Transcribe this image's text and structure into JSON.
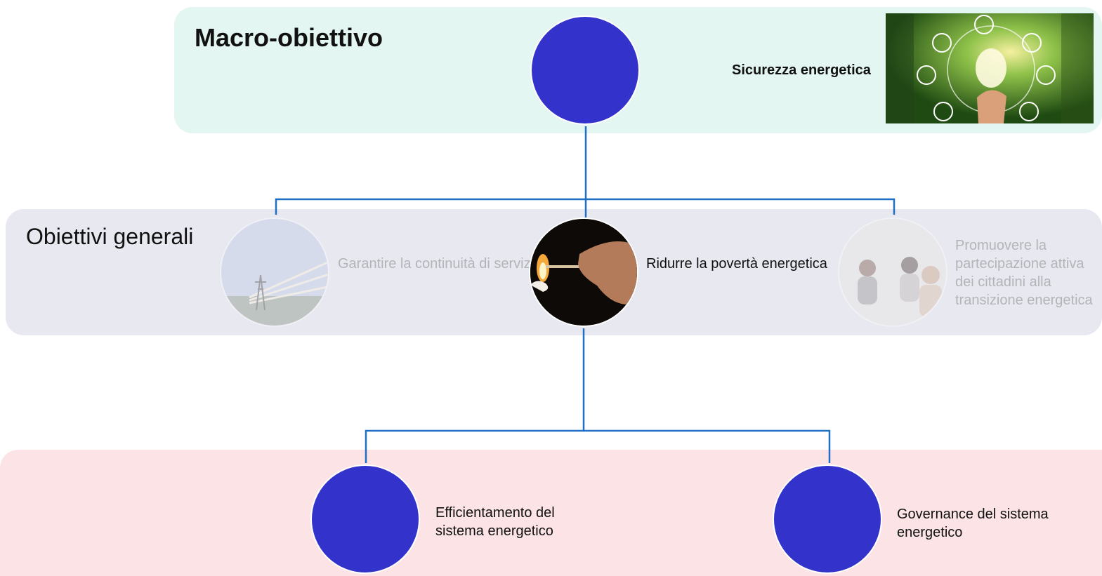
{
  "bands": {
    "macro_title": "Macro-obiettivo",
    "general_title": "Obiettivi generali"
  },
  "macro": {
    "label": "Sicurezza energetica",
    "photo_icon": "green-energy-photo-icon"
  },
  "general": [
    {
      "label": "Garantire la continuità di servizio",
      "state": "faded",
      "icon": "power-line-photo-icon"
    },
    {
      "label": "Ridurre la povertà energetica",
      "state": "active",
      "icon": "match-flame-photo-icon"
    },
    {
      "label": "Promuovere la partecipazione attiva dei cittadini alla transizione energetica",
      "state": "faded",
      "icon": "citizens-meeting-photo-icon"
    }
  ],
  "specific": [
    {
      "label": "Efficientamento del sistema energetico"
    },
    {
      "label": "Governance del sistema energetico"
    }
  ],
  "colors": {
    "node_blue": "#3333cc",
    "connector": "#1f6fc4",
    "macro_band": "#e3f6f1",
    "general_band": "#e8e8f1",
    "specific_band": "#fce4e6"
  }
}
